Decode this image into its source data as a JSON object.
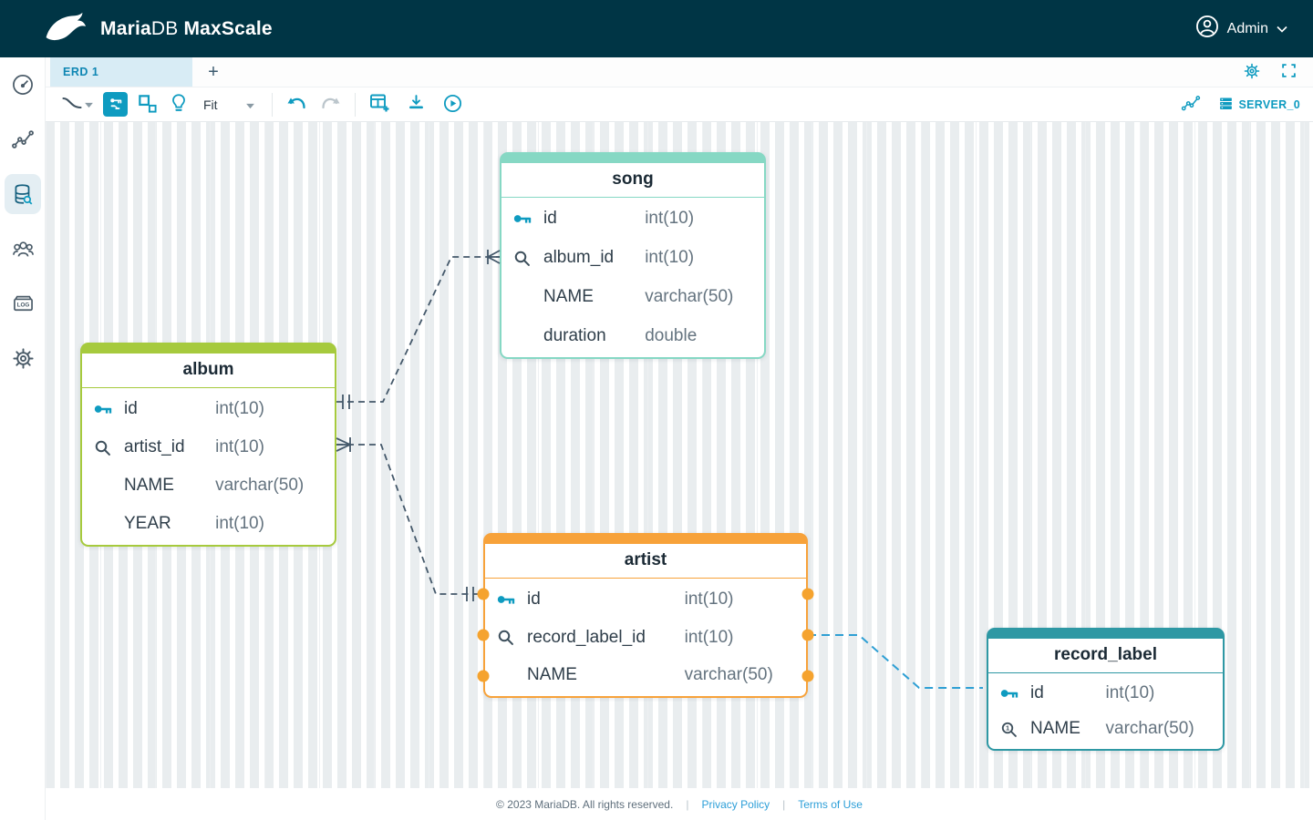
{
  "header": {
    "brand_maria": "Maria",
    "brand_db": "DB",
    "brand_product": "MaxScale",
    "user_label": "Admin",
    "logo_icon": "mariadb-seal-icon",
    "accent_color": "#003545"
  },
  "sidebar": {
    "icons": [
      "dashboard",
      "visualization",
      "query-editor",
      "users",
      "logs",
      "settings"
    ],
    "active": "query-editor"
  },
  "tabs": {
    "active_label": "ERD 1",
    "add_label": "+",
    "right_icons": [
      "gear-icon",
      "fullscreen-icon"
    ]
  },
  "toolbar": {
    "fit_label": "Fit",
    "server_label": "SERVER_0",
    "left_icons": [
      "link-shape",
      "entity-relation-key",
      "auto-arrange",
      "suggestion-bulb",
      "zoom-fit-select",
      "undo",
      "redo",
      "create-table",
      "export-script",
      "apply-script"
    ],
    "right_icons": [
      "visualization-graph",
      "server-stack"
    ],
    "accent_color": "#0e9bc0"
  },
  "erd": {
    "tables": [
      {
        "name": "song",
        "color": "#86d8c4",
        "columns": [
          {
            "icon": "key",
            "name": "id",
            "type": "int(10)"
          },
          {
            "icon": "search",
            "name": "album_id",
            "type": "int(10)"
          },
          {
            "icon": null,
            "name": "NAME",
            "type": "varchar(50)"
          },
          {
            "icon": null,
            "name": "duration",
            "type": "double"
          }
        ]
      },
      {
        "name": "album",
        "color": "#a6ca3d",
        "columns": [
          {
            "icon": "key",
            "name": "id",
            "type": "int(10)"
          },
          {
            "icon": "search",
            "name": "artist_id",
            "type": "int(10)"
          },
          {
            "icon": null,
            "name": "NAME",
            "type": "varchar(50)"
          },
          {
            "icon": null,
            "name": "YEAR",
            "type": "int(10)"
          }
        ]
      },
      {
        "name": "artist",
        "color": "#f7a23a",
        "columns": [
          {
            "icon": "key",
            "name": "id",
            "type": "int(10)"
          },
          {
            "icon": "search",
            "name": "record_label_id",
            "type": "int(10)"
          },
          {
            "icon": null,
            "name": "NAME",
            "type": "varchar(50)"
          }
        ]
      },
      {
        "name": "record_label",
        "color": "#2e98a4",
        "columns": [
          {
            "icon": "key",
            "name": "id",
            "type": "int(10)"
          },
          {
            "icon": "search-1",
            "name": "NAME",
            "type": "varchar(50)"
          }
        ]
      }
    ],
    "relations": [
      {
        "from": "album.id",
        "to": "song.album_id",
        "cardinality": "one-to-many",
        "color": "#44586a"
      },
      {
        "from": "artist.id",
        "to": "album.artist_id",
        "cardinality": "one-to-many",
        "color": "#44586a"
      },
      {
        "from": "record_label.id",
        "to": "artist.record_label_id",
        "cardinality": "one-to-many",
        "color": "#2e9fd4",
        "highlighted": true
      }
    ],
    "anchor_dot_color": "#f5a32f"
  },
  "footer": {
    "copyright": "© 2023 MariaDB. All rights reserved.",
    "links": [
      {
        "label": "Privacy Policy"
      },
      {
        "label": "Terms of Use"
      }
    ]
  }
}
